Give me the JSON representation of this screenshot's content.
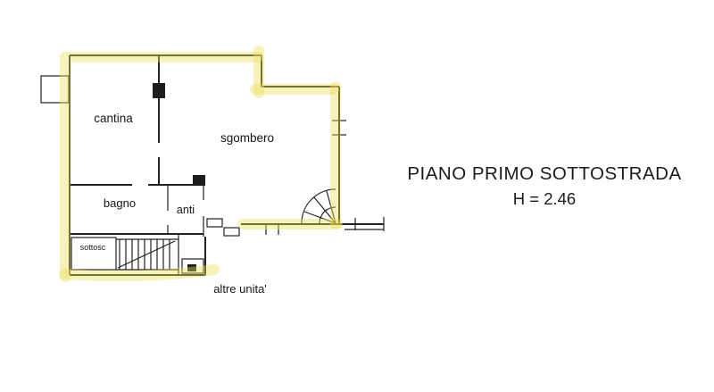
{
  "annotation": {
    "title": "PIANO PRIMO SOTTOSTRADA",
    "height_note": "H = 2.46"
  },
  "floorplan": {
    "rooms": [
      {
        "label": "cantina"
      },
      {
        "label": "sgombero"
      },
      {
        "label": "bagno"
      },
      {
        "label": "anti"
      },
      {
        "label": "sottosc"
      },
      {
        "label": "altre unita'"
      }
    ],
    "colors": {
      "highlight": "#e9e05a",
      "wall": "#222222",
      "background": "#ffffff"
    }
  }
}
